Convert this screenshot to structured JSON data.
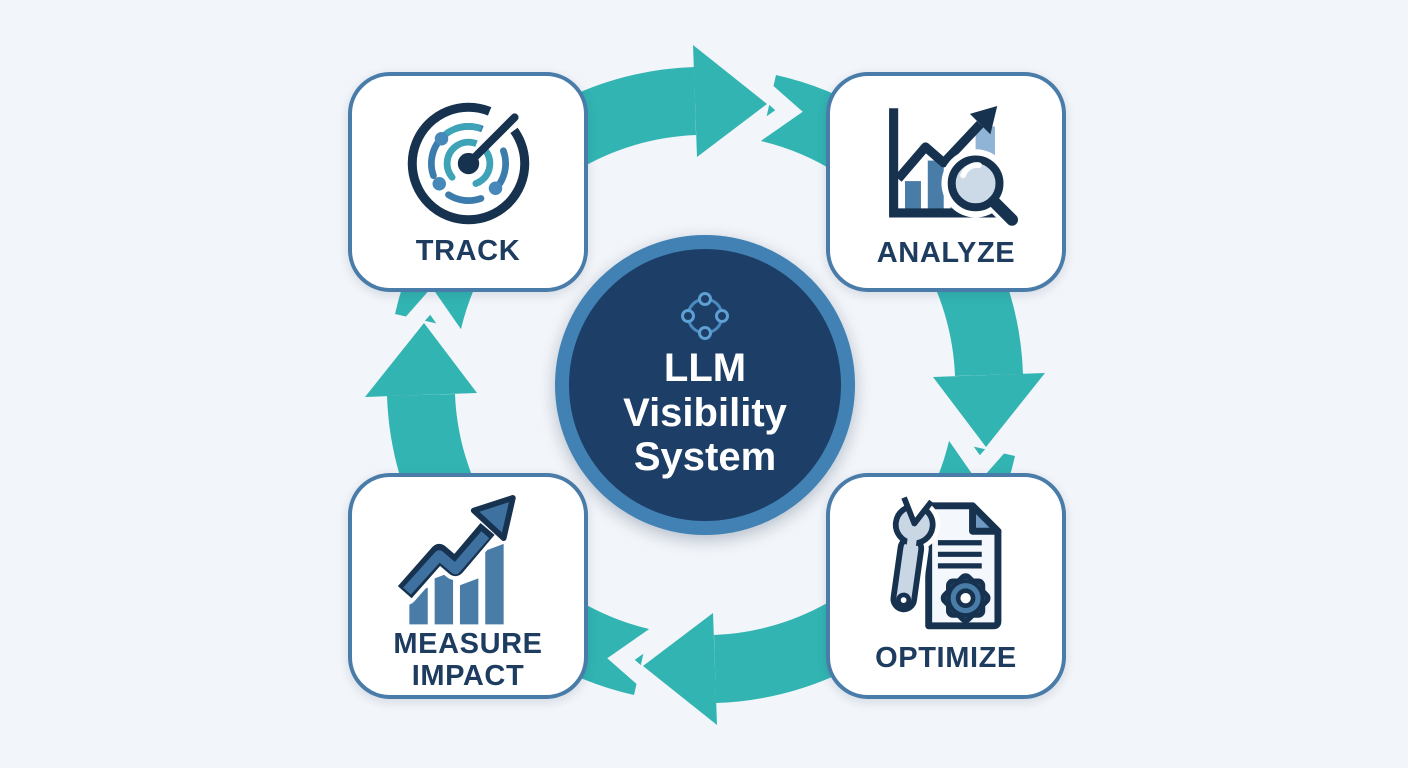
{
  "center": {
    "icon": "cycle-network-icon",
    "lines": [
      "LLM",
      "Visibility",
      "System"
    ]
  },
  "nodes": [
    {
      "id": "track",
      "label_lines": [
        "TRACK"
      ],
      "icon": "radar-icon"
    },
    {
      "id": "analyze",
      "label_lines": [
        "ANALYZE"
      ],
      "icon": "bar-chart-magnifier-icon"
    },
    {
      "id": "optimize",
      "label_lines": [
        "OPTIMIZE"
      ],
      "icon": "wrench-document-gear-icon"
    },
    {
      "id": "measure-impact",
      "label_lines": [
        "MEASURE",
        "IMPACT"
      ],
      "icon": "growth-bar-arrow-icon"
    }
  ],
  "flow": [
    {
      "from": "track",
      "to": "analyze",
      "direction": "right"
    },
    {
      "from": "analyze",
      "to": "optimize",
      "direction": "down"
    },
    {
      "from": "optimize",
      "to": "measure-impact",
      "direction": "left"
    },
    {
      "from": "measure-impact",
      "to": "track",
      "direction": "up"
    }
  ],
  "colors": {
    "background": "#f2f5f9",
    "arrow_teal": "#32b4b2",
    "card_border": "#4a7ca9",
    "label_navy": "#1e3c5f",
    "icon_navy": "#17324f",
    "steel_blue": "#4a7ca8",
    "light_bar_blue": "#8fb4d6",
    "hub_fill": "#1d3e66",
    "hub_ring": "#4181b4",
    "lens_fill": "#ccdae8",
    "wrench_fill": "#c9d7e5",
    "hub_icon_blue": "#5e9fd4"
  }
}
